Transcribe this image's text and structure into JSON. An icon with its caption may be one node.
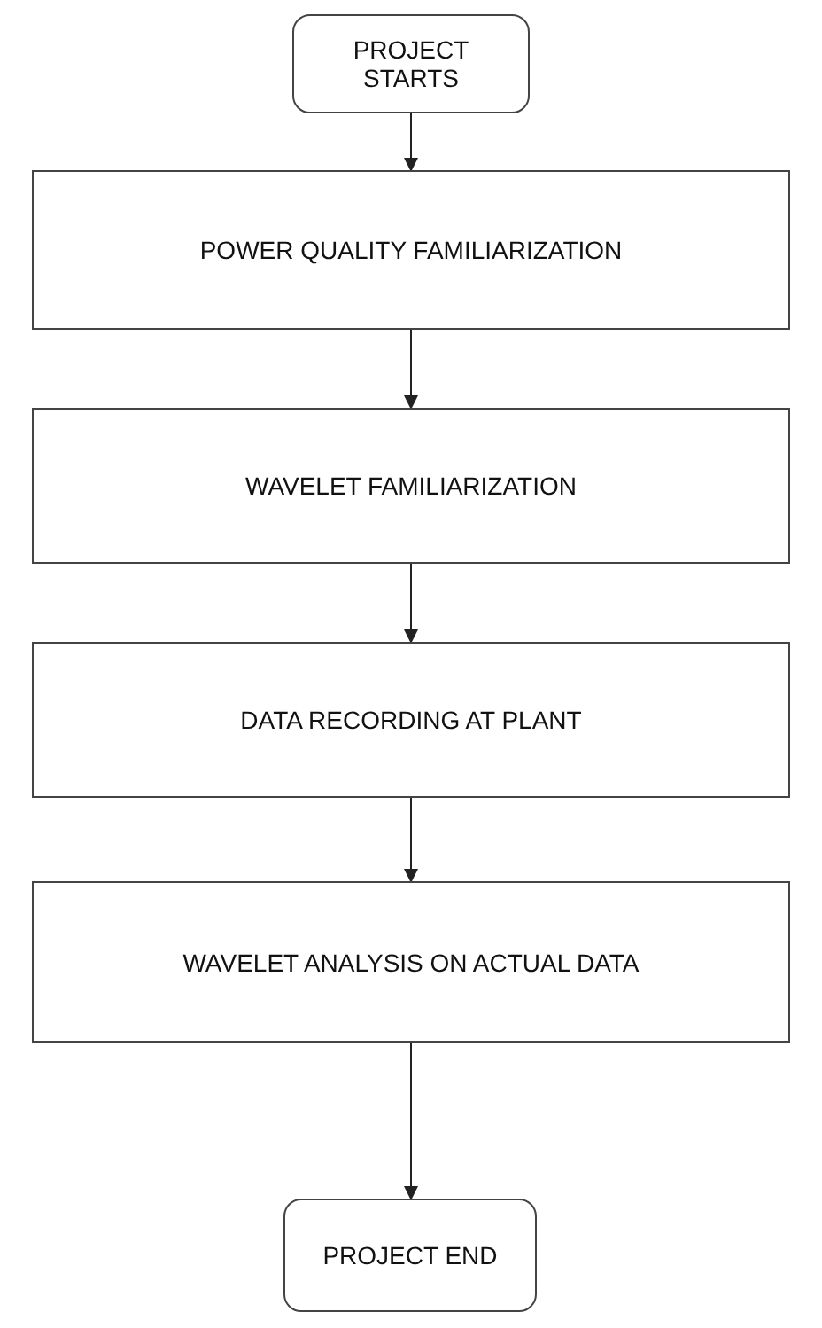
{
  "diagram": {
    "nodes": [
      {
        "text": [
          "PROJECT STARTS"
        ]
      },
      {
        "text": [
          "POWER QUALITY FAMILIARIZATION"
        ]
      },
      {
        "text": [
          "WAVELET FAMILIARIZATION"
        ]
      },
      {
        "text": [
          "DATA RECORDING AT PLANT"
        ]
      },
      {
        "text": [
          "WAVELET ANALYSIS ON ACTUAL DATA"
        ]
      },
      {
        "text": [
          "PROJECT END"
        ]
      }
    ],
    "edges": [
      {
        "from": 0,
        "to": 1,
        "arrow": "to"
      },
      {
        "from": 1,
        "to": 2,
        "arrow": "to"
      },
      {
        "from": 2,
        "to": 3,
        "arrow": "to"
      },
      {
        "from": 3,
        "to": 4,
        "arrow": "to"
      },
      {
        "from": 4,
        "to": 5,
        "arrow": "to"
      }
    ]
  }
}
